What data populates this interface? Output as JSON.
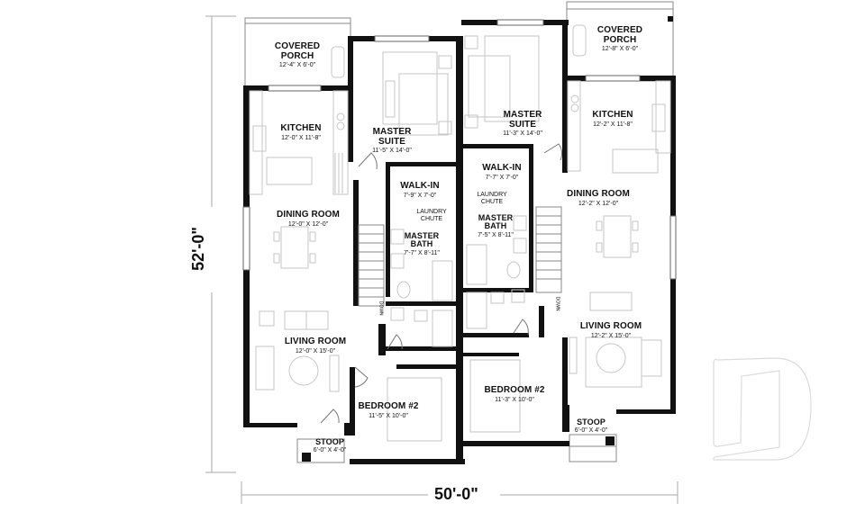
{
  "plan": {
    "type": "semi-detached duplex floor plan",
    "overall_width": "50'-0\"",
    "overall_depth": "52'-0\""
  },
  "units": [
    {
      "side": "left",
      "rooms": [
        {
          "id": "covered-porch",
          "name": "COVERED\nPORCH",
          "name_lines": [
            "COVERED",
            "PORCH"
          ],
          "dims": "12'-4\" X 6'-0\""
        },
        {
          "id": "kitchen",
          "name_lines": [
            "KITCHEN"
          ],
          "dims": "12'-0\" X 11'-8\""
        },
        {
          "id": "master-suite",
          "name_lines": [
            "MASTER",
            "SUITE"
          ],
          "dims": "11'-5\" X 14'-0\""
        },
        {
          "id": "walk-in",
          "name_lines": [
            "WALK-IN"
          ],
          "dims": "7'-9\" X 7'-0\""
        },
        {
          "id": "laundry-chute",
          "name_lines": [
            "LAUNDRY",
            "CHUTE"
          ],
          "dims": ""
        },
        {
          "id": "master-bath",
          "name_lines": [
            "MASTER",
            "BATH"
          ],
          "dims": "7'-7\" X 8'-11\""
        },
        {
          "id": "dining-room",
          "name_lines": [
            "DINING ROOM"
          ],
          "dims": "12'-0\" X 12'-0\""
        },
        {
          "id": "living-room",
          "name_lines": [
            "LIVING ROOM"
          ],
          "dims": "12'-0\" X 15'-0\""
        },
        {
          "id": "bedroom-2",
          "name_lines": [
            "BEDROOM #2"
          ],
          "dims": "11'-5\" X 10'-0\""
        },
        {
          "id": "stoop",
          "name_lines": [
            "STOOP"
          ],
          "dims": "6'-0\" X 4'-0\""
        }
      ],
      "stair_label": "DOWN"
    },
    {
      "side": "right",
      "rooms": [
        {
          "id": "covered-porch",
          "name_lines": [
            "COVERED",
            "PORCH"
          ],
          "dims": "12'-8\" X 6'-0\""
        },
        {
          "id": "kitchen",
          "name_lines": [
            "KITCHEN"
          ],
          "dims": "12'-2\" X 11'-8\""
        },
        {
          "id": "master-suite",
          "name_lines": [
            "MASTER",
            "SUITE"
          ],
          "dims": "11'-3\" X 14'-0\""
        },
        {
          "id": "walk-in",
          "name_lines": [
            "WALK-IN"
          ],
          "dims": "7'-7\" X 7'-0\""
        },
        {
          "id": "laundry-chute",
          "name_lines": [
            "LAUNDRY",
            "CHUTE"
          ],
          "dims": ""
        },
        {
          "id": "master-bath",
          "name_lines": [
            "MASTER",
            "BATH"
          ],
          "dims": "7'-5\" X 8'-11\""
        },
        {
          "id": "dining-room",
          "name_lines": [
            "DINING ROOM"
          ],
          "dims": "12'-2\" X 12'-0\""
        },
        {
          "id": "living-room",
          "name_lines": [
            "LIVING ROOM"
          ],
          "dims": "12'-2\" X 15'-0\""
        },
        {
          "id": "bedroom-2",
          "name_lines": [
            "BEDROOM #2"
          ],
          "dims": "11'-3\" X 10'-0\""
        },
        {
          "id": "stoop",
          "name_lines": [
            "STOOP"
          ],
          "dims": "6'-0\" X 4'-0\""
        }
      ],
      "stair_label": "DOWN"
    }
  ],
  "labels": {
    "L_porch_1": "COVERED",
    "L_porch_2": "PORCH",
    "L_porch_d": "12'-4\" X 6'-0\"",
    "L_kitchen": "KITCHEN",
    "L_kitchen_d": "12'-0\" X 11'-8\"",
    "L_master_1": "MASTER",
    "L_master_2": "SUITE",
    "L_master_d": "11'-5\" X 14'-0\"",
    "L_walkin": "WALK-IN",
    "L_walkin_d": "7'-9\" X 7'-0\"",
    "L_chute_1": "LAUNDRY",
    "L_chute_2": "CHUTE",
    "L_bath_1": "MASTER",
    "L_bath_2": "BATH",
    "L_bath_d": "7'-7\" X 8'-11\"",
    "L_dining": "DINING ROOM",
    "L_dining_d": "12'-0\" X 12'-0\"",
    "L_living": "LIVING ROOM",
    "L_living_d": "12'-0\" X 15'-0\"",
    "L_bed2": "BEDROOM #2",
    "L_bed2_d": "11'-5\" X 10'-0\"",
    "L_stoop": "STOOP",
    "L_stoop_d": "6'-0\" X 4'-0\"",
    "R_porch_1": "COVERED",
    "R_porch_2": "PORCH",
    "R_porch_d": "12'-8\" X 6'-0\"",
    "R_kitchen": "KITCHEN",
    "R_kitchen_d": "12'-2\" X 11'-8\"",
    "R_master_1": "MASTER",
    "R_master_2": "SUITE",
    "R_master_d": "11'-3\" X 14'-0\"",
    "R_walkin": "WALK-IN",
    "R_walkin_d": "7'-7\" X 7'-0\"",
    "R_chute_1": "LAUNDRY",
    "R_chute_2": "CHUTE",
    "R_bath_1": "MASTER",
    "R_bath_2": "BATH",
    "R_bath_d": "7'-5\" X 8'-11\"",
    "R_dining": "DINING ROOM",
    "R_dining_d": "12'-2\" X 12'-0\"",
    "R_living": "LIVING ROOM",
    "R_living_d": "12'-2\" X 15'-0\"",
    "R_bed2": "BEDROOM #2",
    "R_bed2_d": "11'-3\" X 10'-0\"",
    "R_stoop": "STOOP",
    "R_stoop_d": "6'-0\" X 4'-0\"",
    "down": "DOWN",
    "dim_width": "50'-0\"",
    "dim_depth": "52'-0\""
  },
  "colors": {
    "wall": "#111111",
    "furniture": "#c8c8c8",
    "dimension_line": "#999999",
    "watermark": "#dddddd"
  }
}
